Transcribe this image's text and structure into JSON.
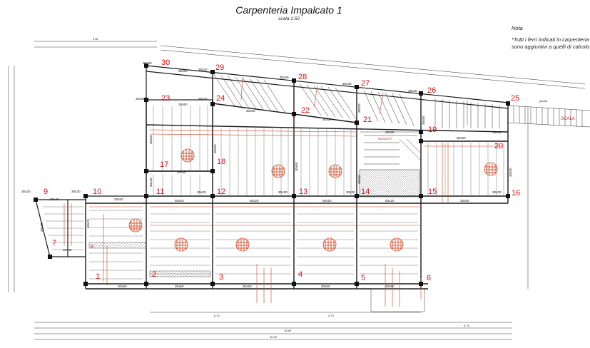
{
  "title": "Carpenteria Impalcato 1",
  "scale": "scala 1:50",
  "note": {
    "title": "Nota",
    "line1": "*Tutti i ferri indicati in carpenteria",
    "line2": "sono aggiuntivi a quelli di calcolo"
  },
  "nodes": [
    "1",
    "2",
    "3",
    "4",
    "5",
    "6",
    "7",
    "8",
    "9",
    "10",
    "11",
    "12",
    "13",
    "14",
    "15",
    "16",
    "17",
    "18",
    "19",
    "20",
    "21",
    "22",
    "23",
    "24",
    "25",
    "26",
    "27",
    "28",
    "29",
    "30"
  ],
  "beams": {
    "b30x30_top": "30x30",
    "b30x50": "30x50",
    "b50x20": "50x20",
    "b30x40": "30x40",
    "b40x20": "40x20",
    "b30x45": "30x45"
  },
  "labels": {
    "scala": "SCALA",
    "scala_a": "SCALA A",
    "pareti": "parete"
  },
  "dimensions": {
    "total_bottom": "30.30",
    "mid_bottom": "15.85",
    "top_overall": "9.80",
    "seg_a": "6.10",
    "seg_b": "4.70",
    "seg_c": "6.75"
  },
  "colors": {
    "lines": "#1a1a1a",
    "accent": "#e01010",
    "rebar": "#d0401a"
  }
}
